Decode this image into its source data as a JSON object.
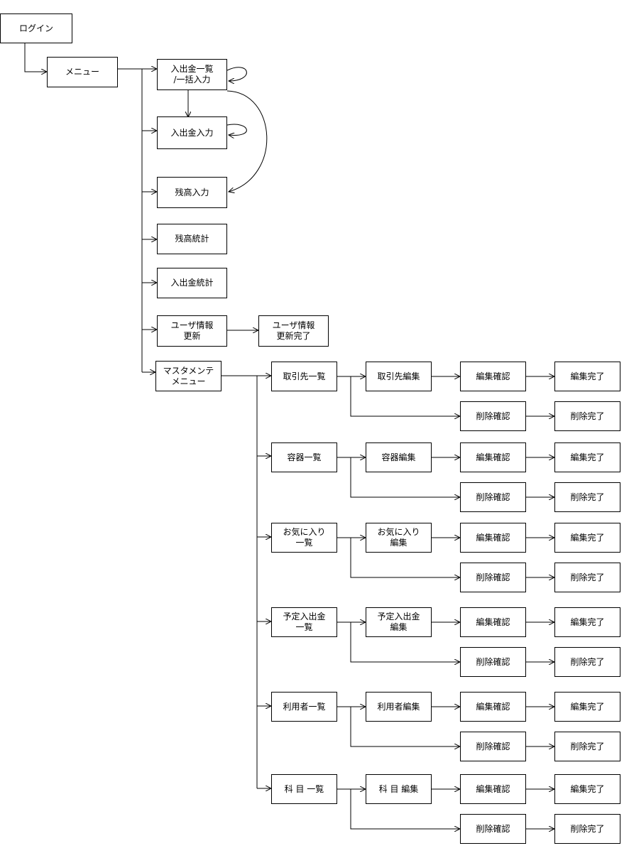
{
  "login": "ログイン",
  "menu": "メニュー",
  "deposit_list": "入出金一覧\n/一括入力",
  "deposit_input": "入出金入力",
  "balance_input": "残高入力",
  "balance_stats": "残高統計",
  "deposit_stats": "入出金統計",
  "user_info_update": "ユーザ情報\n更新",
  "user_info_update_done": "ユーザ情報\n更新完了",
  "master_menu": "マスタメンテ\nメニュー",
  "master_groups": [
    {
      "list": "取引先一覧",
      "edit": "取引先編集",
      "edit_confirm": "編集確認",
      "edit_done": "編集完了",
      "delete_confirm": "削除確認",
      "delete_done": "削除完了"
    },
    {
      "list": "容器一覧",
      "edit": "容器編集",
      "edit_confirm": "編集確認",
      "edit_done": "編集完了",
      "delete_confirm": "削除確認",
      "delete_done": "削除完了"
    },
    {
      "list": "お気に入り\n一覧",
      "edit": "お気に入り\n編集",
      "edit_confirm": "編集確認",
      "edit_done": "編集完了",
      "delete_confirm": "削除確認",
      "delete_done": "削除完了"
    },
    {
      "list": "予定入出金\n一覧",
      "edit": "予定入出金\n編集",
      "edit_confirm": "編集確認",
      "edit_done": "編集完了",
      "delete_confirm": "削除確認",
      "delete_done": "削除完了"
    },
    {
      "list": "利用者一覧",
      "edit": "利用者編集",
      "edit_confirm": "編集確認",
      "edit_done": "編集完了",
      "delete_confirm": "削除確認",
      "delete_done": "削除完了"
    },
    {
      "list": "科 目 一覧",
      "edit": "科 目 編集",
      "edit_confirm": "編集確認",
      "edit_done": "編集完了",
      "delete_confirm": "削除確認",
      "delete_done": "削除完了"
    }
  ]
}
